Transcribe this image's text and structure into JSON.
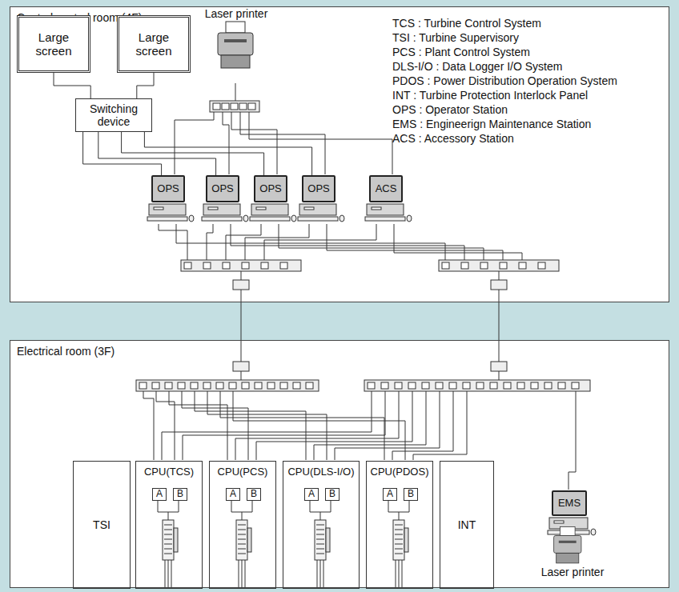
{
  "diagram": {
    "nodes": [
      {
        "text": [
          "Central control room (4F)"
        ]
      },
      {
        "text": [
          "Large screen"
        ],
        "in": 0
      },
      {
        "text": [
          "Large screen"
        ],
        "in": 0
      },
      {
        "text": [
          "Laser printer"
        ],
        "in": 0
      },
      {
        "text": [
          "Switching device"
        ],
        "in": 0
      },
      {
        "text": [
          "OPS"
        ],
        "in": 0
      },
      {
        "text": [
          "OPS"
        ],
        "in": 0
      },
      {
        "text": [
          "OPS"
        ],
        "in": 0
      },
      {
        "text": [
          "OPS"
        ],
        "in": 0
      },
      {
        "text": [
          "ACS"
        ],
        "in": 0
      },
      {
        "text": [
          "Electrical room (3F)"
        ]
      },
      {
        "text": [
          "TSI"
        ],
        "in": 10
      },
      {
        "text": [
          "CPU(TCS)"
        ],
        "in": 10
      },
      {
        "text": [
          "A"
        ],
        "in": 12
      },
      {
        "text": [
          "B"
        ],
        "in": 12
      },
      {
        "text": [
          "CPU(PCS)"
        ],
        "in": 10
      },
      {
        "text": [
          "A"
        ],
        "in": 15
      },
      {
        "text": [
          "B"
        ],
        "in": 15
      },
      {
        "text": [
          "CPU(DLS-I/O)"
        ],
        "in": 10
      },
      {
        "text": [
          "A"
        ],
        "in": 18
      },
      {
        "text": [
          "B"
        ],
        "in": 18
      },
      {
        "text": [
          "CPU(PDOS)"
        ],
        "in": 10
      },
      {
        "text": [
          "A"
        ],
        "in": 21
      },
      {
        "text": [
          "B"
        ],
        "in": 21
      },
      {
        "text": [
          "INT"
        ],
        "in": 10
      },
      {
        "text": [
          "EMS"
        ],
        "in": 10
      },
      {
        "text": [
          "Laser printer"
        ],
        "in": 10
      }
    ],
    "edges": [
      {
        "from": 1,
        "to": 4,
        "arrow": "none"
      },
      {
        "from": 2,
        "to": 4,
        "arrow": "none"
      },
      {
        "from": 4,
        "to": 5,
        "arrow": "none"
      },
      {
        "from": 4,
        "to": 6,
        "arrow": "none"
      },
      {
        "from": 4,
        "to": 7,
        "arrow": "none"
      },
      {
        "from": 4,
        "to": 8,
        "arrow": "none"
      }
    ],
    "labels": [
      "TCS : Turbine Control System",
      "TSI : Turbine Supervisory",
      "PCS : Plant Control System",
      "DLS-I/O : Data Logger I/O System",
      "PDOS : Power Distribution Operation System",
      "INT : Turbine Protection Interlock Panel",
      "OPS : Operator Station",
      "EMS : Engineerign Maintenance Station",
      "ACS : Accessory Station"
    ]
  }
}
